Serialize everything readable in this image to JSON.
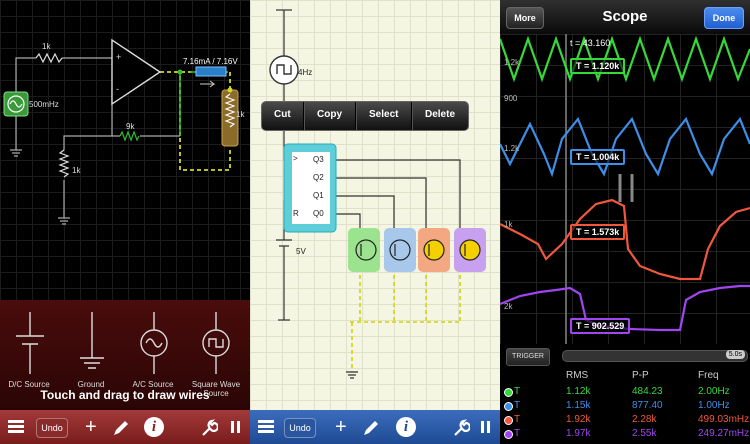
{
  "panel1": {
    "labels": {
      "r1": "1k",
      "src": "500mHz",
      "r2": "9k",
      "r3": "1k",
      "r4": "1k",
      "readout": "7.16mA / 7.16V"
    },
    "palette": [
      {
        "label": "D/C Source",
        "icon": "dc-source-icon"
      },
      {
        "label": "Ground",
        "icon": "ground-icon"
      },
      {
        "label": "A/C Source",
        "icon": "ac-source-icon"
      },
      {
        "label": "Square Wave Source",
        "icon": "square-wave-icon"
      }
    ],
    "hint": "Touch and drag to draw wires",
    "toolbar": {
      "undo": "Undo"
    }
  },
  "panel2": {
    "menu": [
      "Cut",
      "Copy",
      "Select",
      "Delete"
    ],
    "labels": {
      "clock": "4Hz",
      "supply": "5V",
      "pins": [
        "Q3",
        "Q2",
        "Q1",
        "Q0"
      ],
      "clk": ">",
      "reset": "R"
    },
    "toolbar": {
      "undo": "Undo"
    }
  },
  "panel3": {
    "title": "Scope",
    "more": "More",
    "done": "Done",
    "cursor_time": "t = 43.160",
    "scale_labels": [
      "1.2k",
      "900",
      "1.2k",
      "1k",
      "2k"
    ],
    "tags": [
      "T = 1.120k",
      "T = 1.004k",
      "T = 1.573k",
      "T = 902.529"
    ],
    "trigger": "TRIGGER",
    "timebase": "5.0s",
    "table": {
      "headers": [
        "RMS",
        "P-P",
        "Freq"
      ],
      "rows": [
        {
          "name": "T",
          "rms": "1.12k",
          "pp": "484.23",
          "freq": "2.00Hz",
          "color": "#36d93a"
        },
        {
          "name": "T",
          "rms": "1.15k",
          "pp": "877.40",
          "freq": "1.00Hz",
          "color": "#3d8fe8"
        },
        {
          "name": "T",
          "rms": "1.92k",
          "pp": "2.28k",
          "freq": "499.03mHz",
          "color": "#f0583e"
        },
        {
          "name": "T",
          "rms": "1.97k",
          "pp": "2.55k",
          "freq": "249.27mHz",
          "color": "#a045f0"
        }
      ]
    },
    "colors": {
      "green": "#36d93a",
      "blue": "#3d8fe8",
      "red": "#f0583e",
      "purple": "#a045f0"
    }
  }
}
